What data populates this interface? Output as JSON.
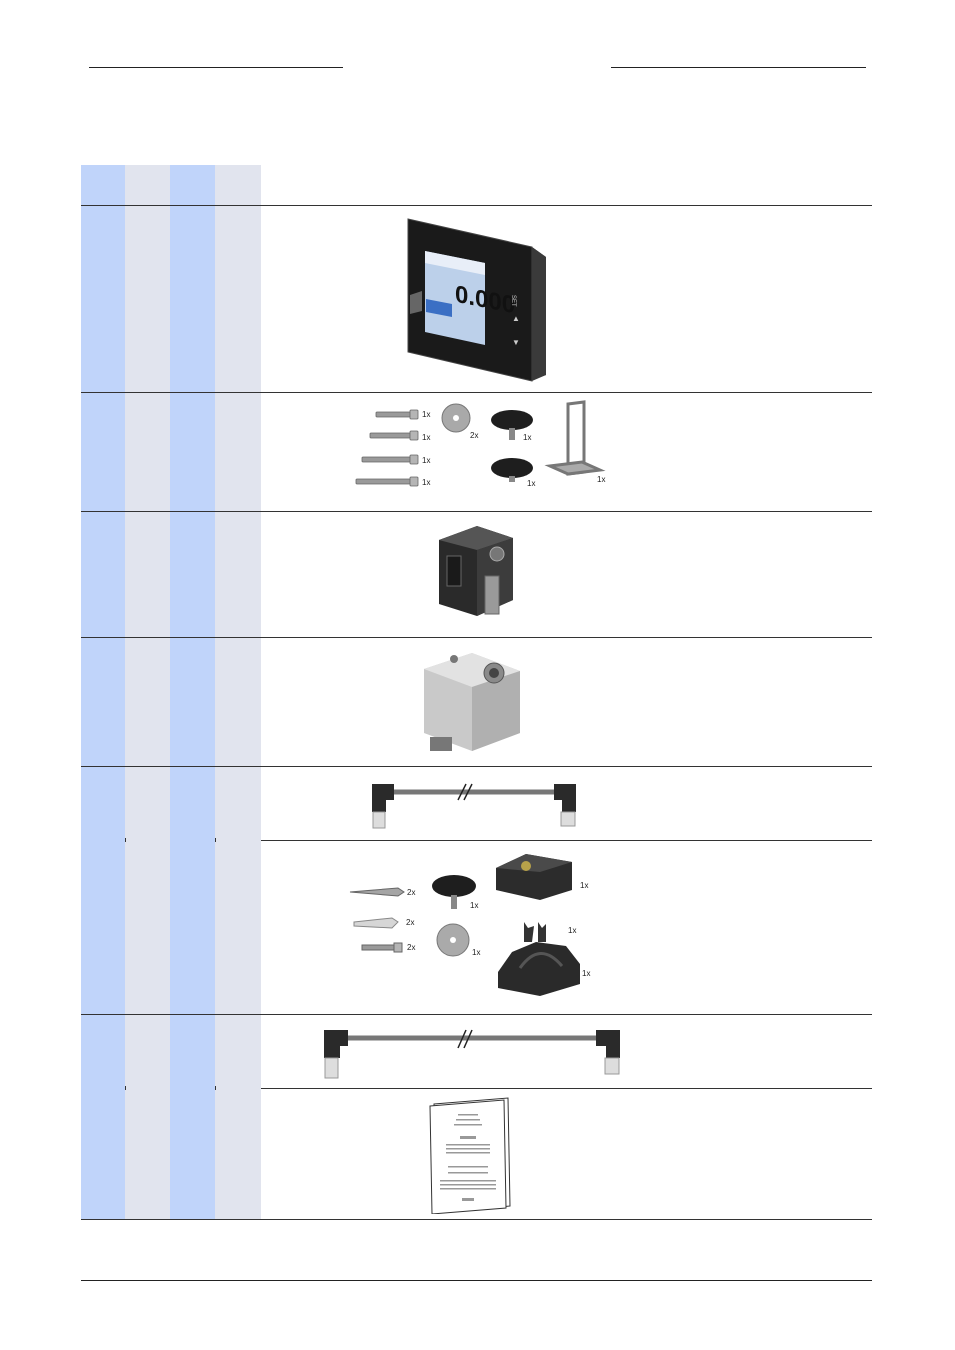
{
  "header": {
    "left_rule": "",
    "right_rule": ""
  },
  "table": {
    "header_row": [
      "",
      "",
      "",
      "",
      ""
    ],
    "rows": [
      {
        "id": "display-unit",
        "quantities": []
      },
      {
        "id": "mounting-kit",
        "quantities": [
          "1x",
          "1x",
          "1x",
          "1x",
          "2x",
          "1x",
          "1x",
          "1x"
        ]
      },
      {
        "id": "sensor-black",
        "quantities": []
      },
      {
        "id": "sensor-steel",
        "quantities": []
      },
      {
        "id": "short-cable-and-holder-kit",
        "quantities": [
          "2x",
          "2x",
          "2x",
          "1x",
          "1x",
          "1x",
          "1x",
          "1x"
        ]
      },
      {
        "id": "long-cable-and-manual",
        "quantities": []
      }
    ]
  },
  "display": {
    "value": "0.000"
  },
  "colors": {
    "blue_column": "#c0d4fa",
    "grey_column": "#e1e4ee"
  }
}
